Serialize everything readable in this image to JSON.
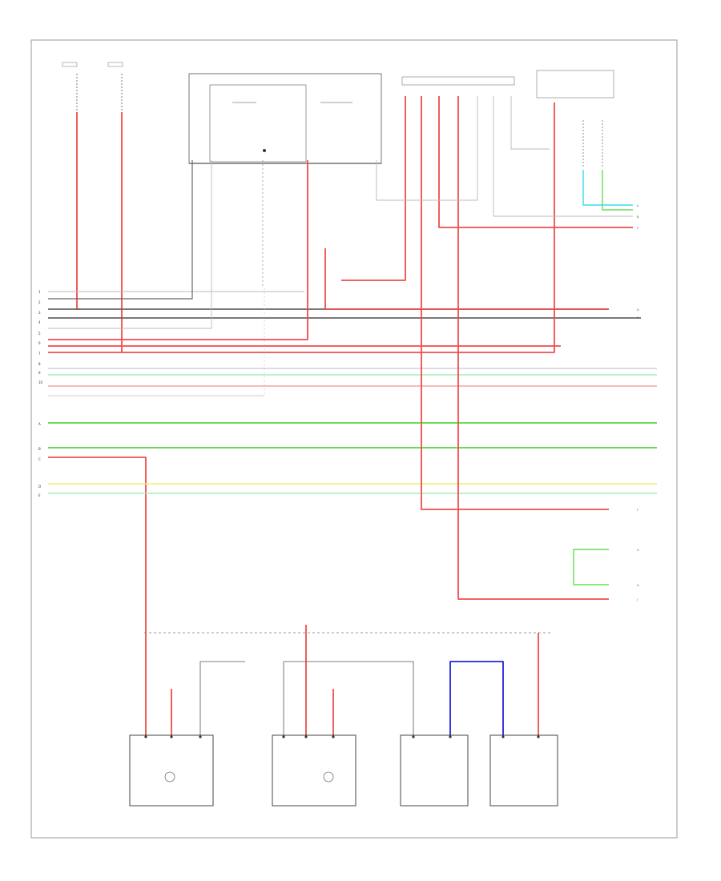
{
  "diagram": {
    "footer_code": "",
    "colors": {
      "red": "#ef4c4c",
      "pink": "#f3a3a3",
      "green": "#66dd55",
      "lightgreen": "#aaeebb",
      "yellow": "#eeee77",
      "gray": "#666666",
      "lightgray": "#bbbbbb",
      "cyan": "#33ddee",
      "blue": "#2222dd",
      "black": "#111111"
    },
    "components": [
      {
        "id": "right-rear-light-assembly",
        "label": ""
      },
      {
        "id": "left-rear-light-assembly",
        "label": ""
      },
      {
        "id": "left-license-plate-light",
        "label": ""
      },
      {
        "id": "right-license-plate-light",
        "label": ""
      },
      {
        "id": "integration-relay",
        "label": ""
      },
      {
        "id": "light-control-switch",
        "label": ""
      }
    ]
  }
}
